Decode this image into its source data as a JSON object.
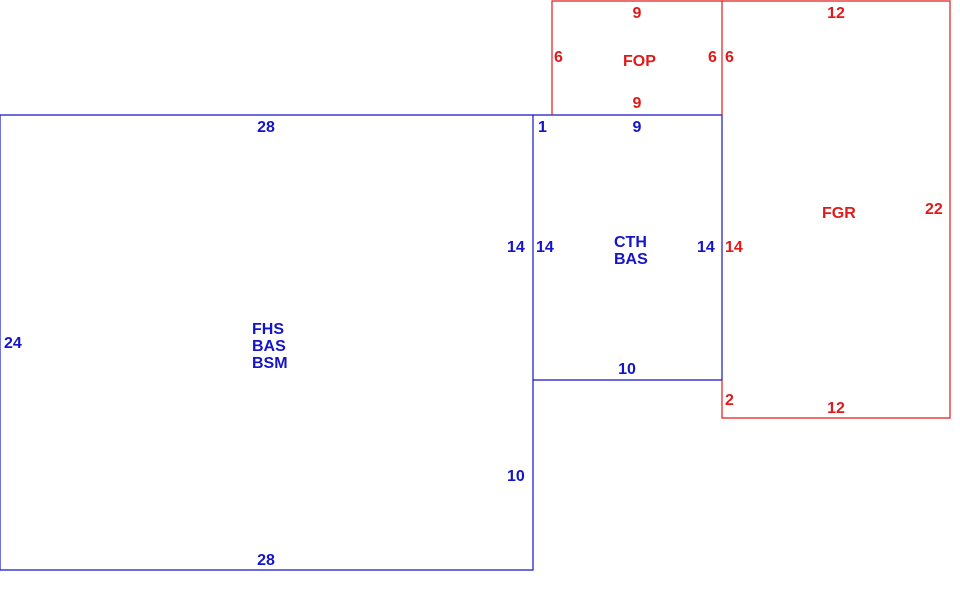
{
  "colors": {
    "living_area": "#1414c8",
    "attached": "#e01a1a",
    "background": "#ffffff"
  },
  "areas": {
    "main": {
      "codes": [
        "FHS",
        "BAS",
        "BSM"
      ],
      "dims": {
        "top": "28",
        "bottom": "28",
        "left": "24",
        "right_upper": "14",
        "right_lower": "10"
      }
    },
    "center": {
      "codes": [
        "CTH",
        "BAS"
      ],
      "dims": {
        "top_left": "1",
        "top": "9",
        "left": "14",
        "right": "14",
        "bottom": "10"
      }
    },
    "porch": {
      "code": "FOP",
      "dims": {
        "top": "9",
        "left": "6",
        "right": "6",
        "bottom": "9"
      }
    },
    "garage": {
      "code": "FGR",
      "dims": {
        "top": "12",
        "left_upper": "6",
        "left_mid": "14",
        "left_lower": "2",
        "right": "22",
        "bottom": "12"
      }
    }
  }
}
